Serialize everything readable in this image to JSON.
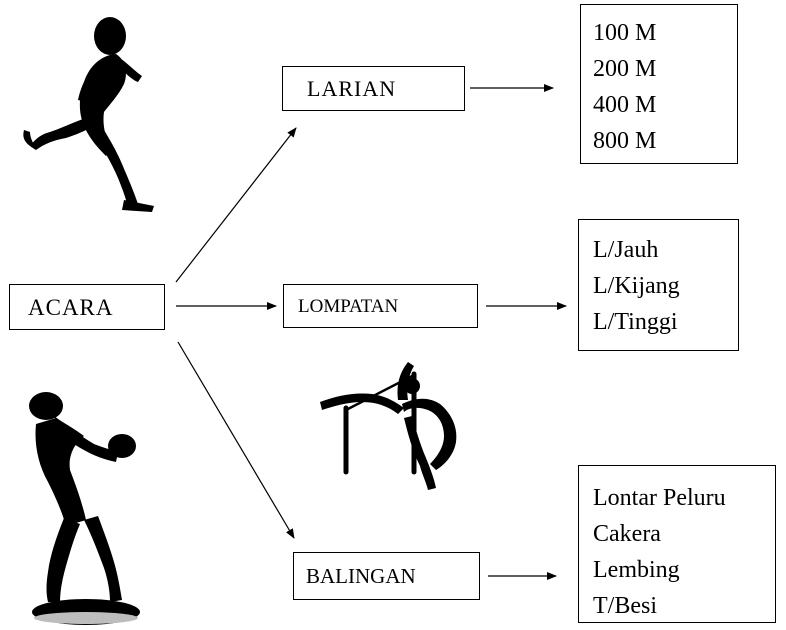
{
  "diagram": {
    "root": {
      "label": "ACARA"
    },
    "branches": [
      {
        "id": "larian",
        "label": "LARIAN",
        "items": [
          "100 M",
          "200 M",
          "400 M",
          "800 M"
        ]
      },
      {
        "id": "lompatan",
        "label": "LOMPATAN",
        "items": [
          "L/Jauh",
          "L/Kijang",
          "L/Tinggi"
        ]
      },
      {
        "id": "balingan",
        "label": "BALINGAN",
        "items": [
          "Lontar Peluru",
          "Cakera",
          "Lembing",
          "T/Besi"
        ]
      }
    ]
  },
  "illustrations": [
    "runner-icon",
    "high-jumper-icon",
    "discus-thrower-icon"
  ],
  "colors": {
    "line": "#000000",
    "silhouette": "#000000",
    "background": "#ffffff"
  }
}
